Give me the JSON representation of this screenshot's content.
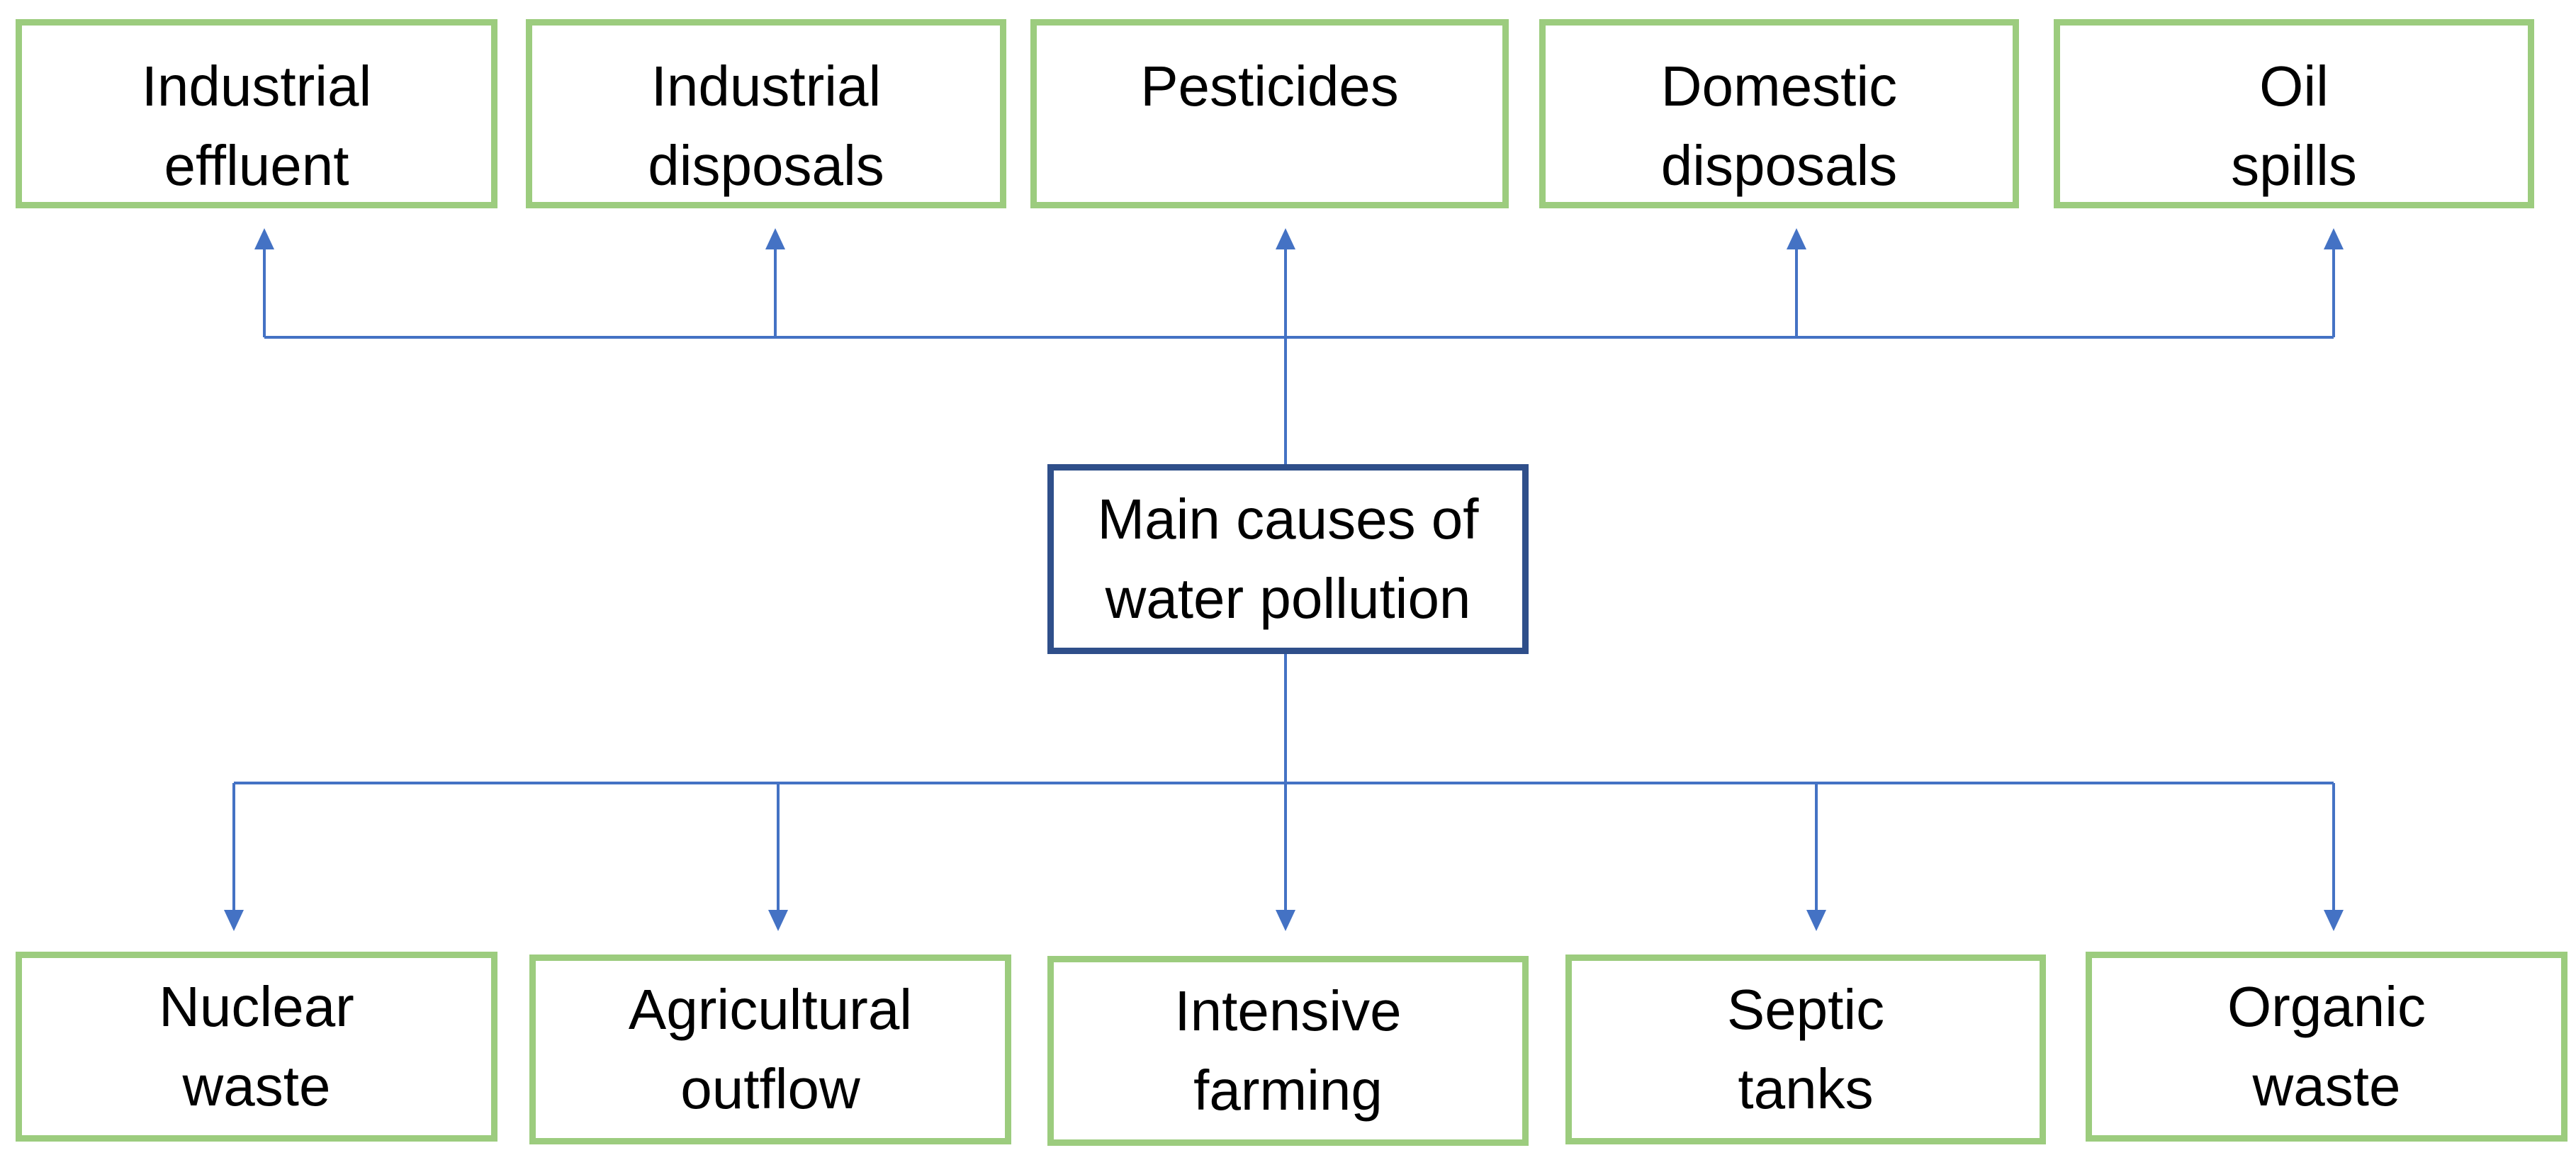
{
  "center": {
    "label": "Main causes of\nwater pollution"
  },
  "top_causes": [
    {
      "label": "Industrial\neffluent"
    },
    {
      "label": "Industrial\ndisposals"
    },
    {
      "label": "Pesticides"
    },
    {
      "label": "Domestic\ndisposals"
    },
    {
      "label": "Oil\nspills"
    }
  ],
  "bottom_causes": [
    {
      "label": "Nuclear\nwaste"
    },
    {
      "label": "Agricultural\noutflow"
    },
    {
      "label": "Intensive\nfarming"
    },
    {
      "label": "Septic\ntanks"
    },
    {
      "label": "Organic\nwaste"
    }
  ],
  "colors": {
    "center_border": "#2f4f8a",
    "cause_border": "#9ccc7e",
    "connector": "#4472c4",
    "text": "#000000"
  }
}
